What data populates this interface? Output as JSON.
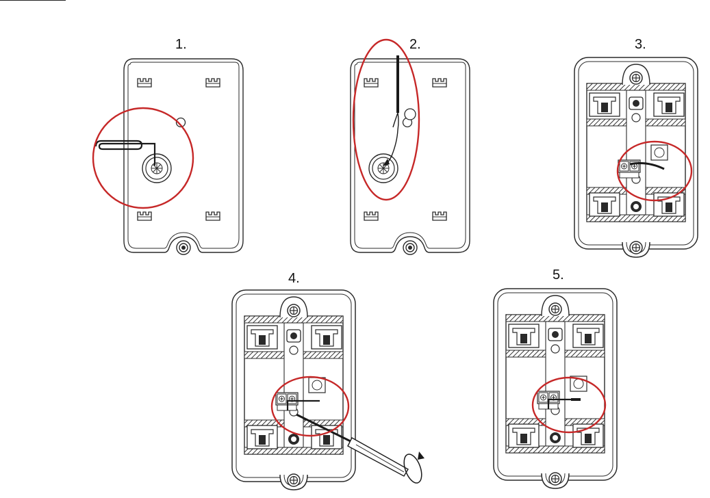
{
  "steps": [
    {
      "label": "1."
    },
    {
      "label": "2."
    },
    {
      "label": "3."
    },
    {
      "label": "4."
    },
    {
      "label": "5."
    }
  ],
  "colors": {
    "line": "#2a2a2a",
    "highlight": "#c62828",
    "background": "#ffffff"
  }
}
